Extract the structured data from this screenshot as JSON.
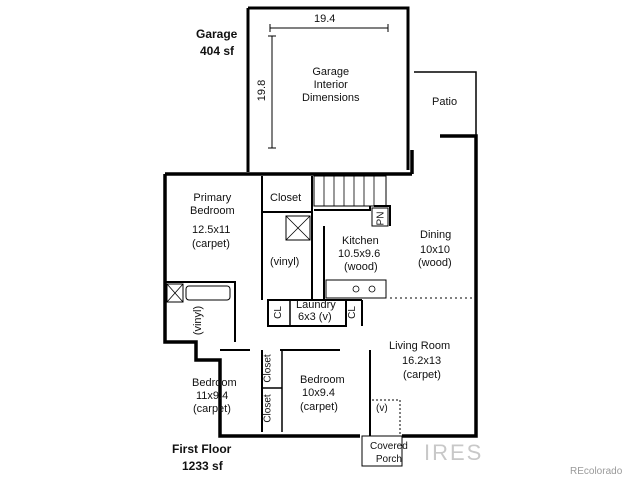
{
  "garage": {
    "title": "Garage",
    "area": "404 sf",
    "width_dim": "19.4",
    "depth_dim": "19.8",
    "interior_note": "Garage\nInterior\nDimensions"
  },
  "patio": {
    "label": "Patio"
  },
  "rooms": {
    "primary_bedroom": {
      "name": "Primary\nBedroom",
      "size": "12.5x11",
      "floor": "(carpet)"
    },
    "closet_main": {
      "name": "Closet"
    },
    "bath_primary": {
      "floor": "(vinyl)"
    },
    "kitchen": {
      "name": "Kitchen",
      "size": "10.5x9.6",
      "floor": "(wood)"
    },
    "pantry": {
      "label": "PN"
    },
    "dining": {
      "name": "Dining",
      "size": "10x10",
      "floor": "(wood)"
    },
    "laundry": {
      "name": "Laundry",
      "size": "6x3 (v)"
    },
    "cl_left": {
      "label": "CL"
    },
    "cl_right": {
      "label": "CL"
    },
    "bath_hall": {
      "floor": "(vinyl)"
    },
    "living": {
      "name": "Living Room",
      "size": "16.2x13",
      "floor": "(carpet)"
    },
    "bedroom_2": {
      "name": "Bedroom",
      "size": "11x9.4",
      "floor": "(carpet)"
    },
    "bedroom_3": {
      "name": "Bedroom",
      "size": "10x9.4",
      "floor": "(carpet)"
    },
    "closet_2": {
      "name": "Closet"
    },
    "closet_3": {
      "name": "Closet"
    },
    "entry": {
      "floor": "(v)"
    },
    "covered_porch": {
      "name": "Covered\nPorch"
    }
  },
  "first_floor": {
    "title": "First Floor",
    "area": "1233 sf"
  },
  "watermark": {
    "mark": "IRES",
    "brand": "REcolorado"
  }
}
